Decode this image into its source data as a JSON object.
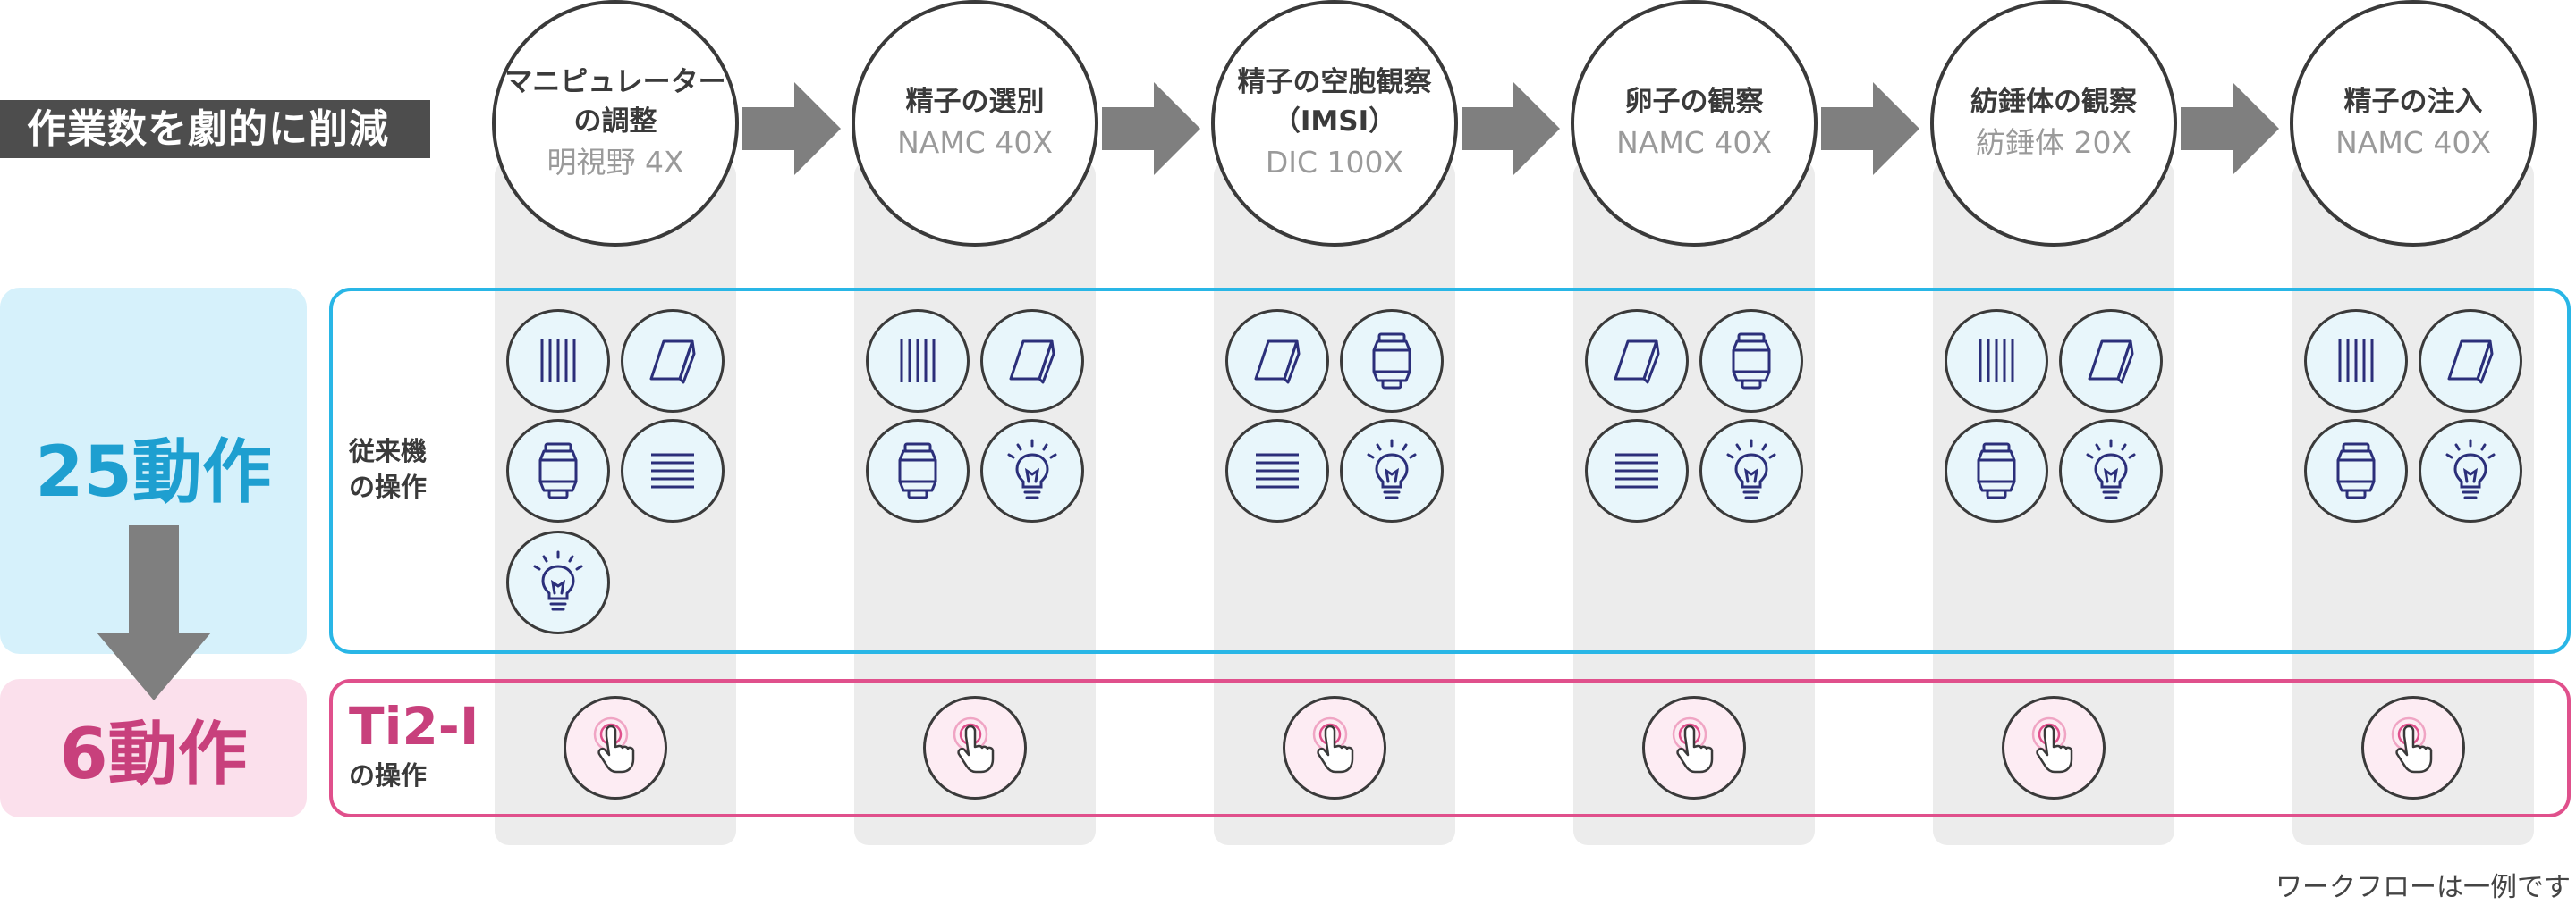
{
  "header": {
    "label": "作業数を劇的に削減"
  },
  "steps": [
    {
      "title": "マニピュレーター\nの調整",
      "sub": "明視野 4X"
    },
    {
      "title": "精子の選別",
      "sub": "NAMC 40X"
    },
    {
      "title": "精子の空胞観察\n（IMSI）",
      "sub": "DIC 100X"
    },
    {
      "title": "卵子の観察",
      "sub": "NAMC 40X"
    },
    {
      "title": "紡錘体の観察",
      "sub": "紡錘体 20X"
    },
    {
      "title": "精子の注入",
      "sub": "NAMC 40X"
    }
  ],
  "conventional": {
    "count": "25動作",
    "label": "従来機\nの操作",
    "icons": [
      [
        "vertical-lines-icon",
        "prism-icon",
        "objective-lens-icon",
        "horizontal-lines-icon",
        "light-bulb-icon"
      ],
      [
        "vertical-lines-icon",
        "prism-icon",
        "objective-lens-icon",
        "light-bulb-icon"
      ],
      [
        "prism-icon",
        "objective-lens-icon",
        "horizontal-lines-icon",
        "light-bulb-icon"
      ],
      [
        "prism-icon",
        "objective-lens-icon",
        "horizontal-lines-icon",
        "light-bulb-icon"
      ],
      [
        "vertical-lines-icon",
        "prism-icon",
        "objective-lens-icon",
        "light-bulb-icon"
      ],
      [
        "vertical-lines-icon",
        "prism-icon",
        "objective-lens-icon",
        "light-bulb-icon"
      ]
    ]
  },
  "ti2": {
    "count": "6動作",
    "model": "Ti2-I",
    "label": "の操作",
    "icon": "touch-icon"
  },
  "footnote": "ワークフローは一例です",
  "colors": {
    "blue": "#29b6e6",
    "pink": "#e0508c",
    "dark": "#4d4d4d",
    "icon_stroke": "#2b2f7a"
  }
}
